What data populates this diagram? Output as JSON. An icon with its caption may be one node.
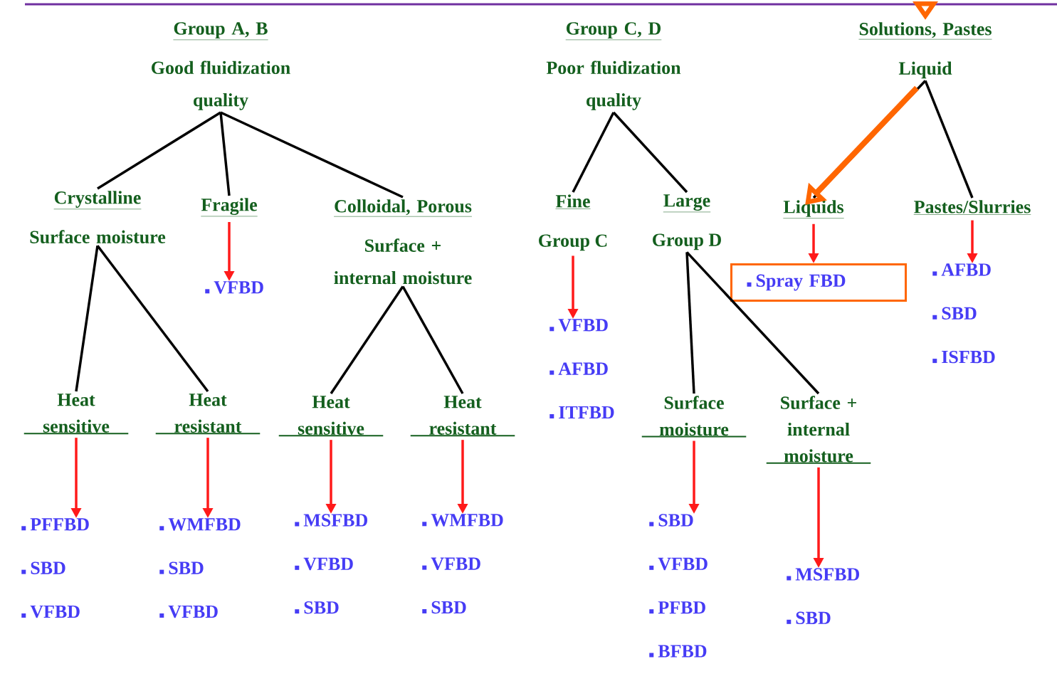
{
  "diagram": {
    "nodes": [
      {
        "text": [
          "Group A, B",
          "Good fluidization quality"
        ]
      },
      {
        "text": [
          "Crystalline",
          "Surface moisture"
        ]
      },
      {
        "text": [
          "Fragile"
        ]
      },
      {
        "text": [
          "Colloidal, Porous",
          "Surface + internal moisture"
        ]
      },
      {
        "text": [
          "Heat sensitive"
        ]
      },
      {
        "text": [
          "Heat resistant"
        ]
      },
      {
        "text": [
          "VFBD"
        ]
      },
      {
        "text": [
          "Heat sensitive"
        ]
      },
      {
        "text": [
          "Heat resistant"
        ]
      },
      {
        "text": [
          "PFFBD",
          "SBD",
          "VFBD"
        ]
      },
      {
        "text": [
          "WMFBD",
          "SBD",
          "VFBD"
        ]
      },
      {
        "text": [
          "MSFBD",
          "VFBD",
          "SBD"
        ]
      },
      {
        "text": [
          "WMFBD",
          "VFBD",
          "SBD"
        ]
      },
      {
        "text": [
          "Group C, D",
          "Poor fluidization quality"
        ]
      },
      {
        "text": [
          "Fine",
          "Group C"
        ]
      },
      {
        "text": [
          "Large",
          "Group D"
        ]
      },
      {
        "text": [
          "VFBD",
          "AFBD",
          "ITFBD"
        ]
      },
      {
        "text": [
          "Surface moisture"
        ]
      },
      {
        "text": [
          "Surface + internal moisture"
        ]
      },
      {
        "text": [
          "SBD",
          "VFBD",
          "PFBD",
          "BFBD"
        ]
      },
      {
        "text": [
          "MSFBD",
          "SBD"
        ]
      },
      {
        "text": [
          "Solutions, Pastes",
          "Liquid"
        ]
      },
      {
        "text": [
          "Liquids"
        ]
      },
      {
        "text": [
          "Pastes/Slurries"
        ]
      },
      {
        "text": [
          "Spray FBD"
        ]
      },
      {
        "text": [
          "AFBD",
          "SBD",
          "ISFBD"
        ]
      }
    ],
    "edges": [
      {
        "from": 0,
        "to": 1,
        "arrow": "none"
      },
      {
        "from": 0,
        "to": 2,
        "arrow": "none"
      },
      {
        "from": 0,
        "to": 3,
        "arrow": "none"
      },
      {
        "from": 1,
        "to": 4,
        "arrow": "none"
      },
      {
        "from": 1,
        "to": 5,
        "arrow": "none"
      },
      {
        "from": 3,
        "to": 7,
        "arrow": "none"
      },
      {
        "from": 3,
        "to": 8,
        "arrow": "none"
      },
      {
        "from": 13,
        "to": 14,
        "arrow": "none"
      },
      {
        "from": 13,
        "to": 15,
        "arrow": "none"
      },
      {
        "from": 15,
        "to": 17,
        "arrow": "none"
      },
      {
        "from": 15,
        "to": 18,
        "arrow": "none"
      },
      {
        "from": 21,
        "to": 22,
        "arrow": "none"
      },
      {
        "from": 21,
        "to": 23,
        "arrow": "none"
      },
      {
        "from": 2,
        "to": 6,
        "arrow": "to",
        "color": "#ff1a1a"
      },
      {
        "from": 4,
        "to": 9,
        "arrow": "to",
        "color": "#ff1a1a"
      },
      {
        "from": 5,
        "to": 10,
        "arrow": "to",
        "color": "#ff1a1a"
      },
      {
        "from": 7,
        "to": 11,
        "arrow": "to",
        "color": "#ff1a1a"
      },
      {
        "from": 8,
        "to": 12,
        "arrow": "to",
        "color": "#ff1a1a"
      },
      {
        "from": 14,
        "to": 16,
        "arrow": "to",
        "color": "#ff1a1a"
      },
      {
        "from": 17,
        "to": 19,
        "arrow": "to",
        "color": "#ff1a1a"
      },
      {
        "from": 18,
        "to": 20,
        "arrow": "to",
        "color": "#ff1a1a"
      },
      {
        "from": 22,
        "to": 24,
        "arrow": "to",
        "color": "#ff1a1a"
      },
      {
        "from": 23,
        "to": 25,
        "arrow": "to",
        "color": "#ff1a1a"
      },
      {
        "from": null,
        "to": 21,
        "arrow": "to",
        "style": "thick",
        "color": "#ff6600"
      },
      {
        "from": 21,
        "to": 22,
        "arrow": "to",
        "style": "thick",
        "color": "#ff6600"
      }
    ]
  }
}
